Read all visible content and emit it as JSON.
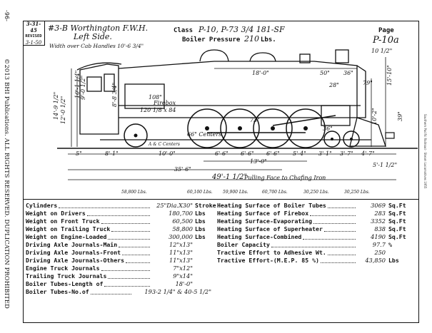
{
  "page_number": "-96-",
  "copyright": "©2013 BHI Publications. ALL RIGHTS RESERVED. DUPLICATION PROHIBITED",
  "side_caption": "Southern Pacific Railroad · Steam Locomotives 1955",
  "header": {
    "date": "3-31-45",
    "revised_label": "REVISED",
    "revised_date": "3-1-50",
    "feedwater": "#3-B Worthington F.W.H.",
    "side": "Left Side.",
    "cab_width": "Width over Cab Handles 10'-6 3/4\"",
    "class_label": "Class",
    "class_value": "P-10, P-73 3/4 181-SF",
    "boiler_label": "Boiler Pressure",
    "boiler_value": "210",
    "boiler_unit": "Lbs.",
    "page_label": "Page",
    "page_value": "P-10a"
  },
  "drawing": {
    "dims_bottom": [
      "5\"",
      "8'-1\"",
      "10'-0\"",
      "6'-6\"",
      "6'-6\"",
      "6'-6\"",
      "5'-4\"",
      "3'-1\"",
      "3'-7\"",
      "4'-7\"",
      "5'-1 1/2\""
    ],
    "dim_13": "13'-0\"",
    "dim_35": "35'-6\"",
    "dim_49": "49'-1 1/2\"",
    "pulling_face": "Pulling Face to Chafing Iron",
    "weights": [
      "58,800 Lbs.",
      "60,100 Lbs.",
      "59,900 Lbs.",
      "60,700 Lbs.",
      "30,250 Lbs.",
      "30,250 Lbs."
    ],
    "dims_top": [
      "18'-0\"",
      "50\"",
      "36\"",
      "28\"",
      "79\"",
      "10 1/2\""
    ],
    "dims_left": [
      "14'-9 1/2\"",
      "12'-0 1/2\"",
      "10'-1 1/4\"",
      "9'-0 1/2\"",
      "8'-8 3/4\""
    ],
    "dim_108": "108\"",
    "firebox_label": "Firebox",
    "firebox_size": "120 1/8 x 84",
    "centers_66": "66\" Centers",
    "centers_ab": "A & C Centers",
    "dim_right_10": "10'-2\"",
    "dim_right_15": "15'-10\"",
    "dim_right_39": "39\"",
    "wheel_73": "73\"",
    "wheel_36": "36\""
  },
  "specs_left": [
    {
      "label": "Cylinders",
      "value": "25\"Dia.X30\"",
      "unit": "Stroke"
    },
    {
      "label": "Weight on Drivers",
      "value": "180,700",
      "unit": "Lbs"
    },
    {
      "label": "Weight on Front Truck",
      "value": "60,500",
      "unit": "Lbs"
    },
    {
      "label": "Weight on Trailing Truck",
      "value": "58,800",
      "unit": "Lbs"
    },
    {
      "label": "Weight on Engine-Loaded",
      "value": "300,000",
      "unit": "Lbs"
    },
    {
      "label": "Driving Axle Journals-Main",
      "value": "12\"x13\"",
      "unit": ""
    },
    {
      "label": "Driving Axle Journals-Front",
      "value": "11\"x13\"",
      "unit": ""
    },
    {
      "label": "Driving Axle Journals-Others",
      "value": "11\"x13\"",
      "unit": ""
    },
    {
      "label": "Engine Truck Journals",
      "value": "7\"x12\"",
      "unit": ""
    },
    {
      "label": "Trailing Truck Journals",
      "value": "9\"x14\"",
      "unit": ""
    },
    {
      "label": "Boiler Tubes-Length of",
      "value": "18'-0\"",
      "unit": ""
    },
    {
      "label": "Boiler Tubes-No.of",
      "value": "193-2 1/4\" & 40-5 1/2\"",
      "unit": ""
    }
  ],
  "specs_right": [
    {
      "label": "Heating Surface of Boiler Tubes",
      "value": "3069",
      "unit": "Sq.Ft"
    },
    {
      "label": "Heating Surface of Firebox",
      "value": "283",
      "unit": "Sq.Ft"
    },
    {
      "label": "Heating Surface-Evaporating",
      "value": "3352",
      "unit": "Sq.Ft"
    },
    {
      "label": "Heating Surface of Superheater",
      "value": "838",
      "unit": "Sq.Ft"
    },
    {
      "label": "Heating Surface-Combined",
      "value": "4190",
      "unit": "Sq.Ft"
    },
    {
      "label": "Boiler Capacity",
      "value": "97.7",
      "unit": "%"
    },
    {
      "label": "Tractive Effort to Adhesive Wt.",
      "value": "250",
      "unit": ""
    },
    {
      "label": "Tractive Effort-(M.E.P. 85 %)",
      "value": "43,850",
      "unit": "Lbs"
    }
  ]
}
